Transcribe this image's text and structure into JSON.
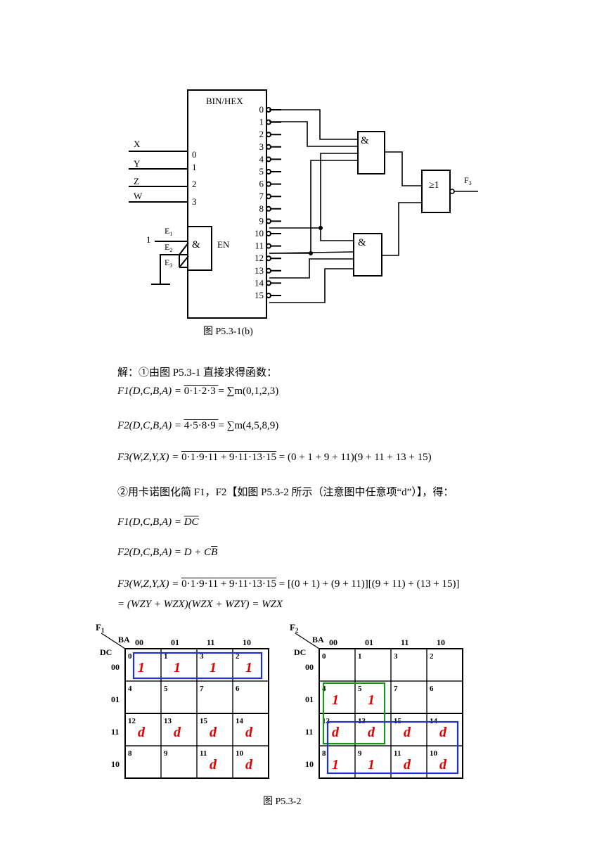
{
  "circuit": {
    "decoder_title": "BIN/HEX",
    "decoder_inputs": [
      "0",
      "1",
      "2",
      "3"
    ],
    "input_signals": [
      "X",
      "Y",
      "Z",
      "W"
    ],
    "enable_pins": [
      "E1",
      "E2",
      "E3"
    ],
    "enable_const": "1",
    "and_symbol": "&",
    "en_label": "EN",
    "outputs": [
      "0",
      "1",
      "2",
      "3",
      "4",
      "5",
      "6",
      "7",
      "8",
      "9",
      "10",
      "11",
      "12",
      "13",
      "14",
      "15"
    ],
    "gate_and_1": "&",
    "gate_and_2": "&",
    "gate_or": "≥1",
    "output_label": "F3",
    "caption": "图 P5.3-1(b)"
  },
  "solution": {
    "intro": "解：①由图 P5.3-1 直接求得函数：",
    "f1_lhs": "F1(D,C,B,A) =",
    "f1_terms": [
      "0",
      "1",
      "2",
      "3"
    ],
    "f1_rhs": "= ∑m(0,1,2,3)",
    "f2_lhs": "F2(D,C,B,A) =",
    "f2_terms": [
      "4",
      "5",
      "8",
      "9"
    ],
    "f2_rhs": "= ∑m(4,5,8,9)",
    "f3_lhs": "F3(W,Z,Y,X) =",
    "f3_rhs": "= (0 + 1 + 9 + 11)(9 + 11 + 13 + 15)",
    "step2": "②用卡诺图化简 F1，F2【如图 P5.3-2 所示（注意图中任意项“d”）】，得：",
    "f1_simpl_lhs": "F1(D,C,B,A) =",
    "f1_simpl": "DC",
    "f2_simpl_lhs": "F2(D,C,B,A) =",
    "f2_simpl_a": "D + C",
    "f2_simpl_b": "B",
    "f3_simpl_lhs": "F3(W,Z,Y,X) =",
    "f3_simpl_rhs": "= [(0 + 1) + (9 + 11)][(9 + 11) + (13 + 15)]",
    "f3_line2": "= (WZY + WZX)(WZX + WZY) = WZX"
  },
  "kmaps": {
    "col_header": "BA",
    "row_header": "DC",
    "col_labels": [
      "00",
      "01",
      "11",
      "10"
    ],
    "row_labels": [
      "00",
      "01",
      "11",
      "10"
    ],
    "map1": {
      "name": "F1",
      "cells": [
        [
          {
            "idx": "0",
            "val": "1"
          },
          {
            "idx": "1",
            "val": "1"
          },
          {
            "idx": "3",
            "val": "1"
          },
          {
            "idx": "2",
            "val": "1"
          }
        ],
        [
          {
            "idx": "4",
            "val": ""
          },
          {
            "idx": "5",
            "val": ""
          },
          {
            "idx": "7",
            "val": ""
          },
          {
            "idx": "6",
            "val": ""
          }
        ],
        [
          {
            "idx": "12",
            "val": "d"
          },
          {
            "idx": "13",
            "val": "d"
          },
          {
            "idx": "15",
            "val": "d"
          },
          {
            "idx": "14",
            "val": "d"
          }
        ],
        [
          {
            "idx": "8",
            "val": ""
          },
          {
            "idx": "9",
            "val": ""
          },
          {
            "idx": "11",
            "val": "d"
          },
          {
            "idx": "10",
            "val": "d"
          }
        ]
      ]
    },
    "map2": {
      "name": "F2",
      "cells": [
        [
          {
            "idx": "0",
            "val": ""
          },
          {
            "idx": "1",
            "val": ""
          },
          {
            "idx": "3",
            "val": ""
          },
          {
            "idx": "2",
            "val": ""
          }
        ],
        [
          {
            "idx": "4",
            "val": "1"
          },
          {
            "idx": "5",
            "val": "1"
          },
          {
            "idx": "7",
            "val": ""
          },
          {
            "idx": "6",
            "val": ""
          }
        ],
        [
          {
            "idx": "12",
            "val": "d"
          },
          {
            "idx": "13",
            "val": "d"
          },
          {
            "idx": "15",
            "val": "d"
          },
          {
            "idx": "14",
            "val": "d"
          }
        ],
        [
          {
            "idx": "8",
            "val": "1"
          },
          {
            "idx": "9",
            "val": "1"
          },
          {
            "idx": "11",
            "val": "d"
          },
          {
            "idx": "10",
            "val": "d"
          }
        ]
      ]
    },
    "caption": "图 P5.3-2",
    "colors": {
      "value": "#e00000",
      "group_blue": "#2030d0",
      "group_green": "#209020"
    }
  }
}
